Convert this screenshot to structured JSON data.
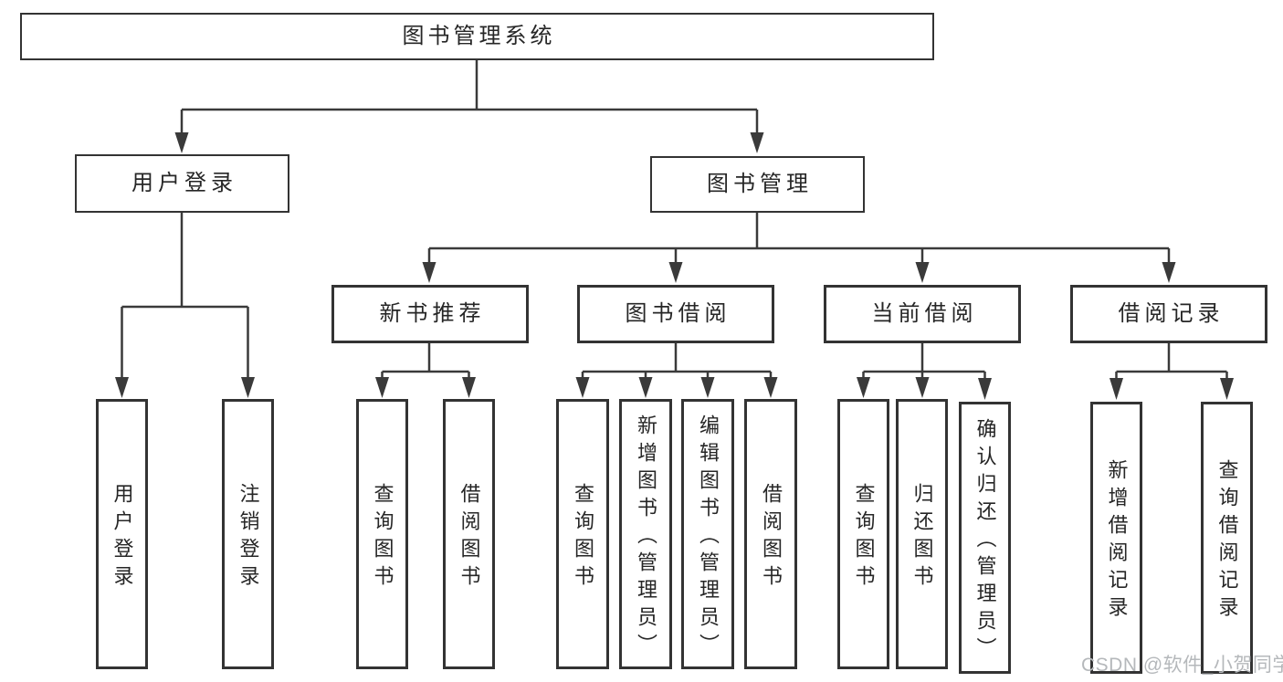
{
  "colors": {
    "line": "#3a3a3a",
    "box_border": "#333333",
    "text": "#262626",
    "watermark": "#b5b8bb",
    "background": "#ffffff"
  },
  "tree": {
    "root": {
      "label": "图书管理系统",
      "children": [
        {
          "label": "用户登录",
          "children": [
            {
              "label": "用户登录"
            },
            {
              "label": "注销登录"
            }
          ]
        },
        {
          "label": "图书管理",
          "children": [
            {
              "label": "新书推荐",
              "children": [
                {
                  "label": "查询图书"
                },
                {
                  "label": "借阅图书"
                }
              ]
            },
            {
              "label": "图书借阅",
              "children": [
                {
                  "label": "查询图书"
                },
                {
                  "label": "新增图书（管理员）"
                },
                {
                  "label": "编辑图书（管理员）"
                },
                {
                  "label": "借阅图书"
                }
              ]
            },
            {
              "label": "当前借阅",
              "children": [
                {
                  "label": "查询图书"
                },
                {
                  "label": "归还图书"
                },
                {
                  "label": "确认归还（管理员）"
                }
              ]
            },
            {
              "label": "借阅记录",
              "children": [
                {
                  "label": "新增借阅记录"
                },
                {
                  "label": "查询借阅记录"
                }
              ]
            }
          ]
        }
      ]
    }
  },
  "watermark": {
    "text": "CSDN @软件_小贺同学"
  }
}
